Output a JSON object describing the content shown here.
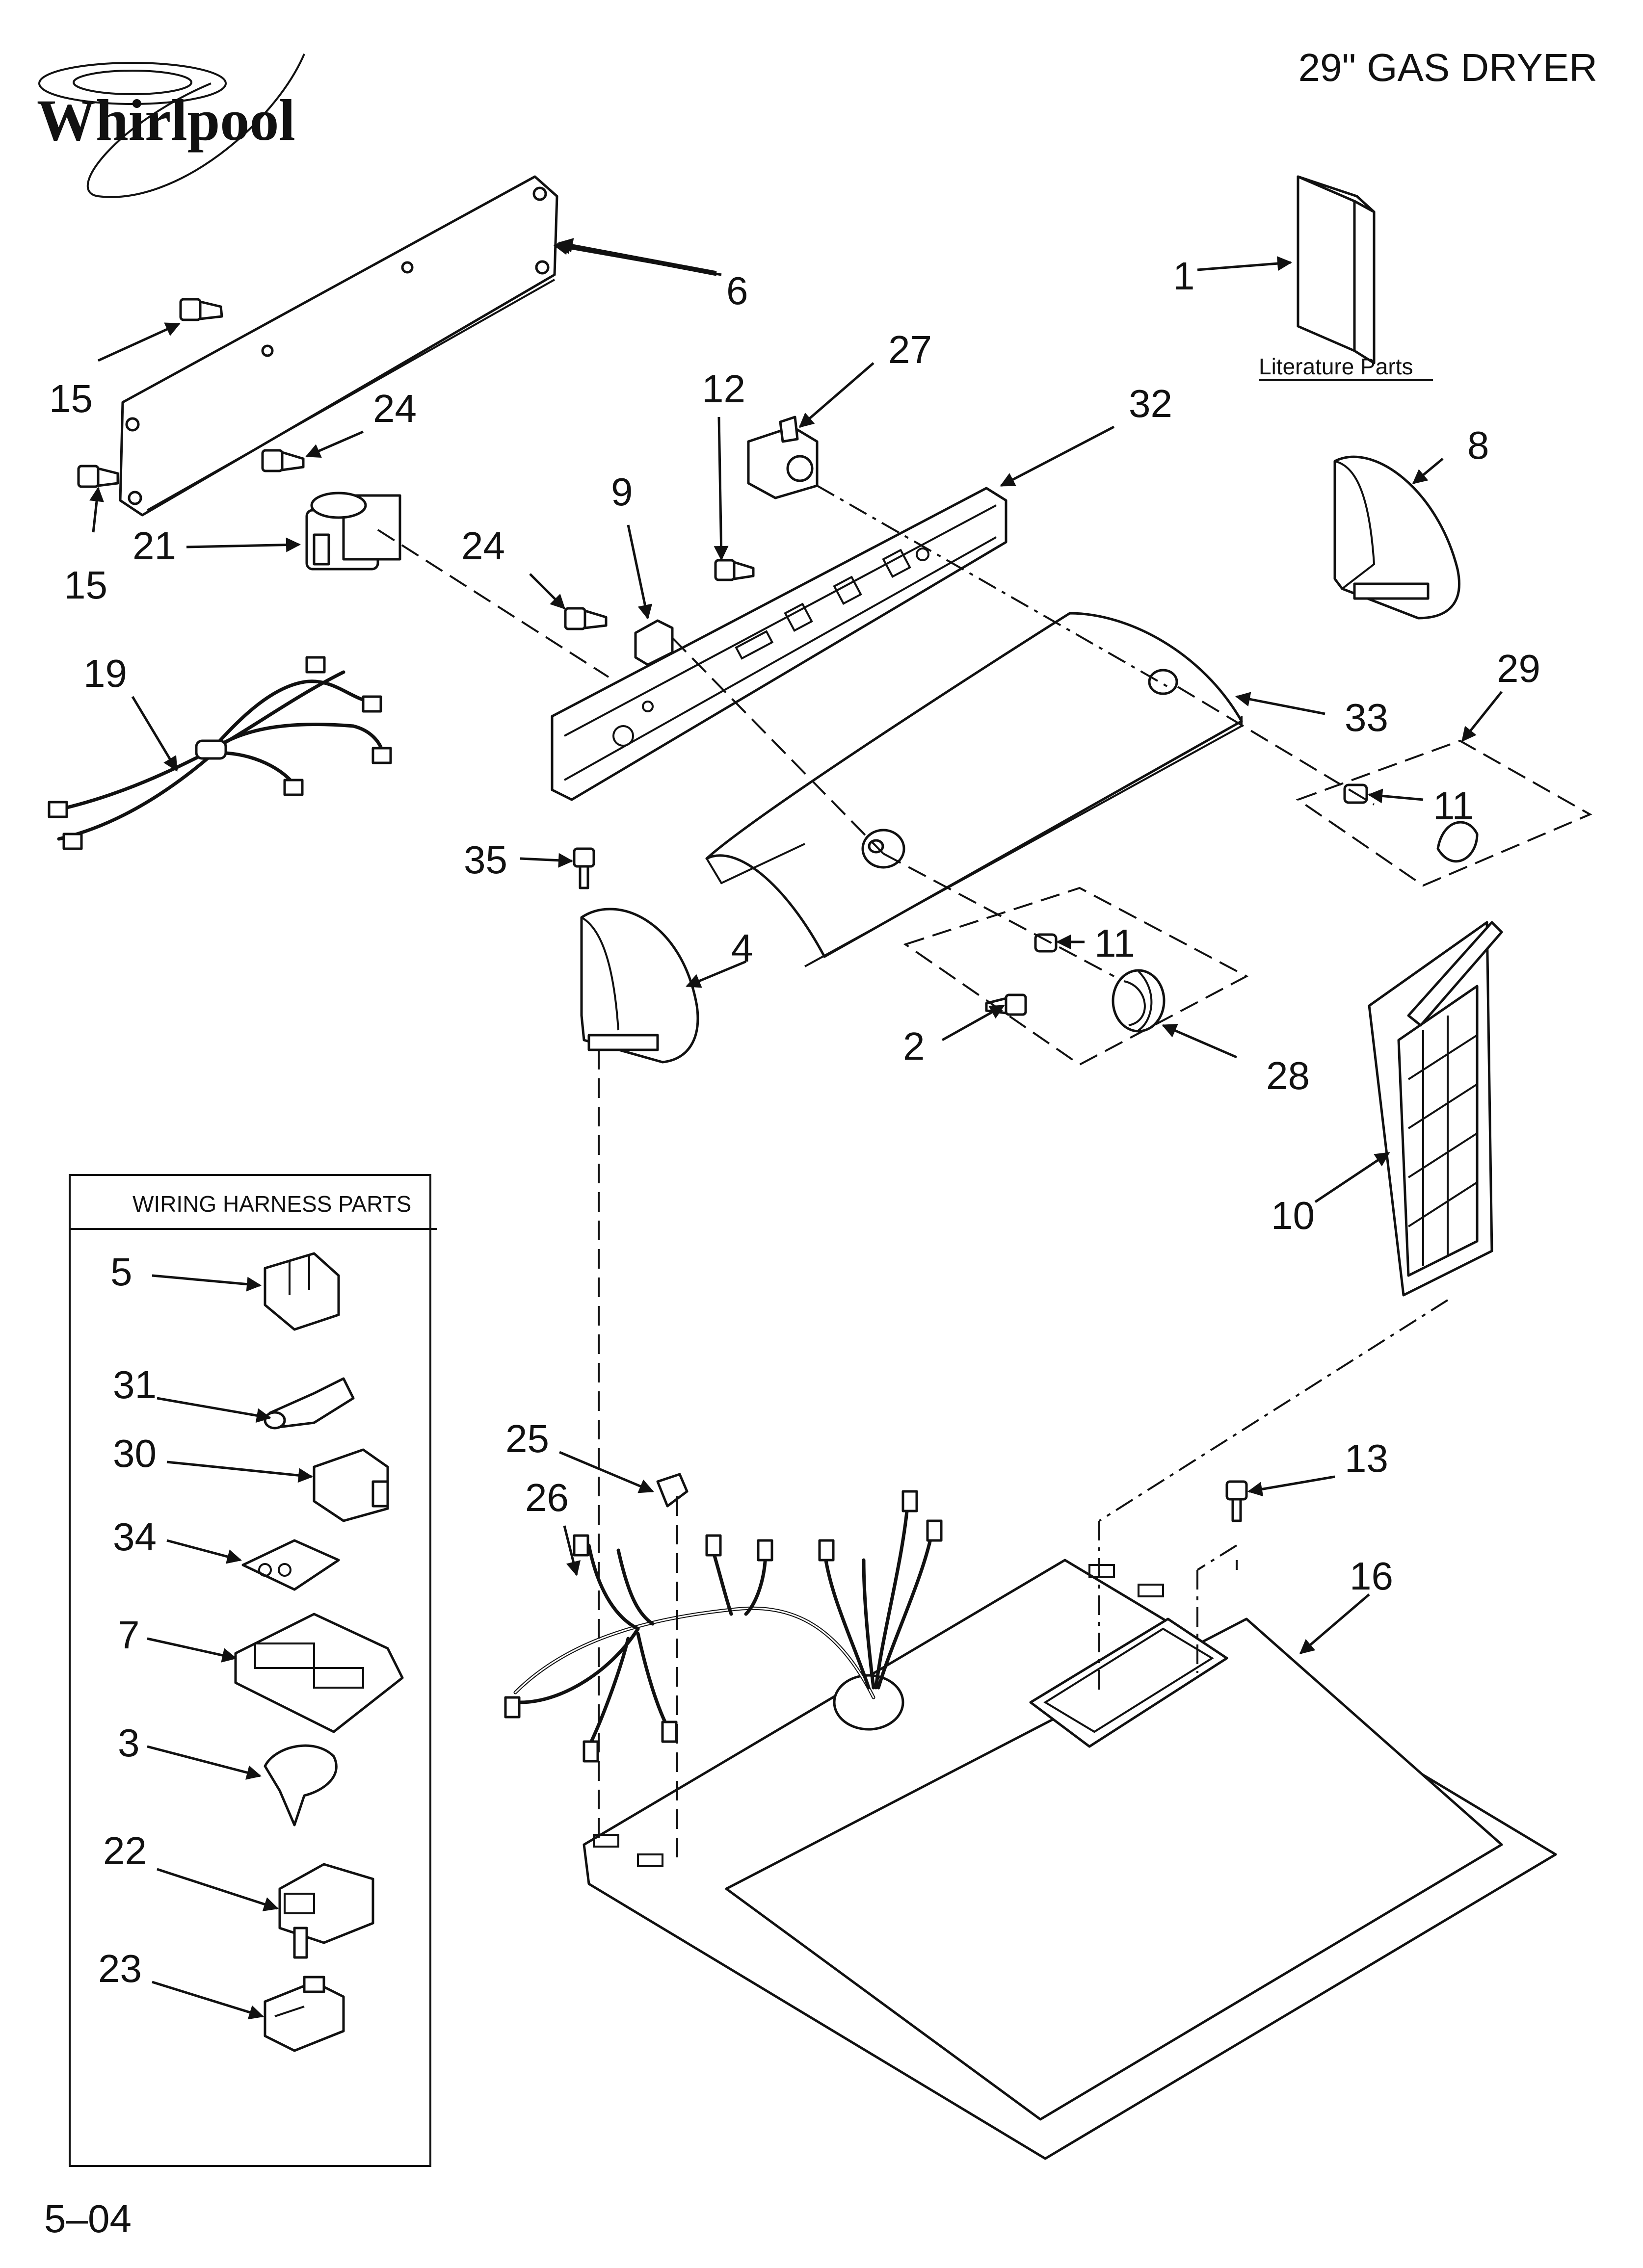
{
  "header": {
    "brand": "Whirlpool",
    "model_title": "29\" GAS DRYER"
  },
  "literature": {
    "label": "Literature Parts"
  },
  "wiring_box": {
    "title": "WIRING HARNESS PARTS"
  },
  "footer": {
    "page_code": "5–04"
  },
  "callouts": [
    "1",
    "2",
    "3",
    "4",
    "5",
    "6",
    "7",
    "8",
    "9",
    "10",
    "11",
    "11",
    "12",
    "13",
    "15",
    "15",
    "16",
    "19",
    "21",
    "22",
    "23",
    "24",
    "24",
    "25",
    "26",
    "27",
    "28",
    "29",
    "30",
    "31",
    "32",
    "33",
    "34",
    "35"
  ],
  "icons": {
    "logo": "whirlpool-swirl-logo",
    "leader": "arrow-leader-icon"
  }
}
